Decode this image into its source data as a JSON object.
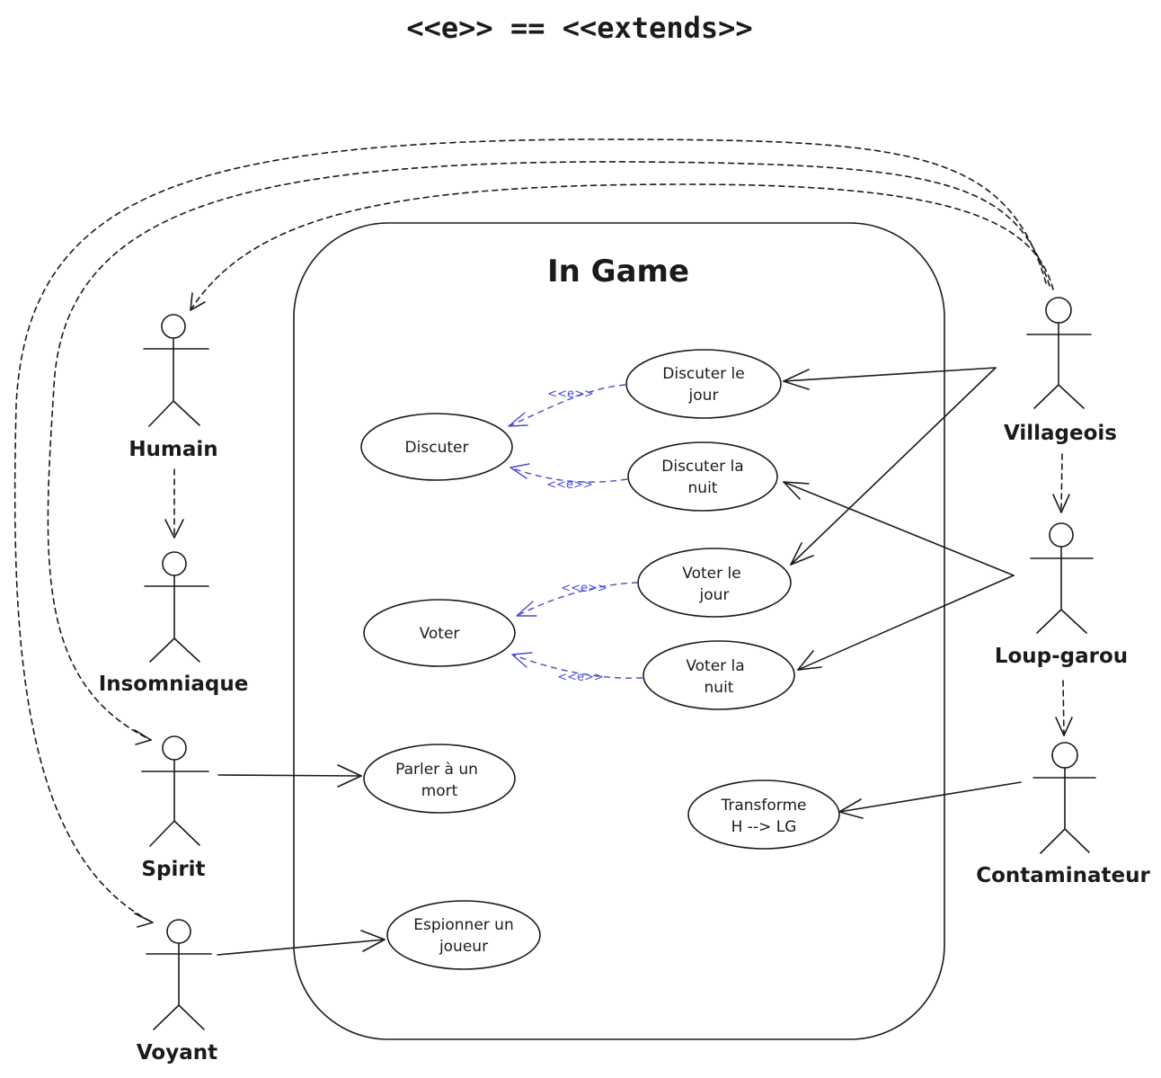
{
  "legend": "<<e>> == <<extends>>",
  "system": {
    "title": "In Game"
  },
  "extend_label": "<<e>>",
  "use_cases": {
    "discuter": [
      "Discuter"
    ],
    "discuter_jour": [
      "Discuter le",
      "jour"
    ],
    "discuter_nuit": [
      "Discuter la",
      "nuit"
    ],
    "voter": [
      "Voter"
    ],
    "voter_jour": [
      "Voter le",
      "jour"
    ],
    "voter_nuit": [
      "Voter la",
      "nuit"
    ],
    "parler_mort": [
      "Parler à un",
      "mort"
    ],
    "transforme": [
      "Transforme",
      "H --> LG"
    ],
    "espionner": [
      "Espionner un",
      "joueur"
    ]
  },
  "actors": {
    "humain": "Humain",
    "insomniaque": "Insomniaque",
    "spirit": "Spirit",
    "voyant": "Voyant",
    "villageois": "Villageois",
    "loup_garou": "Loup-garou",
    "contaminateur": "Contaminateur"
  },
  "colors": {
    "ink": "#1b1b1b",
    "extend": "#4a4ad0",
    "background": "#ffffff"
  }
}
